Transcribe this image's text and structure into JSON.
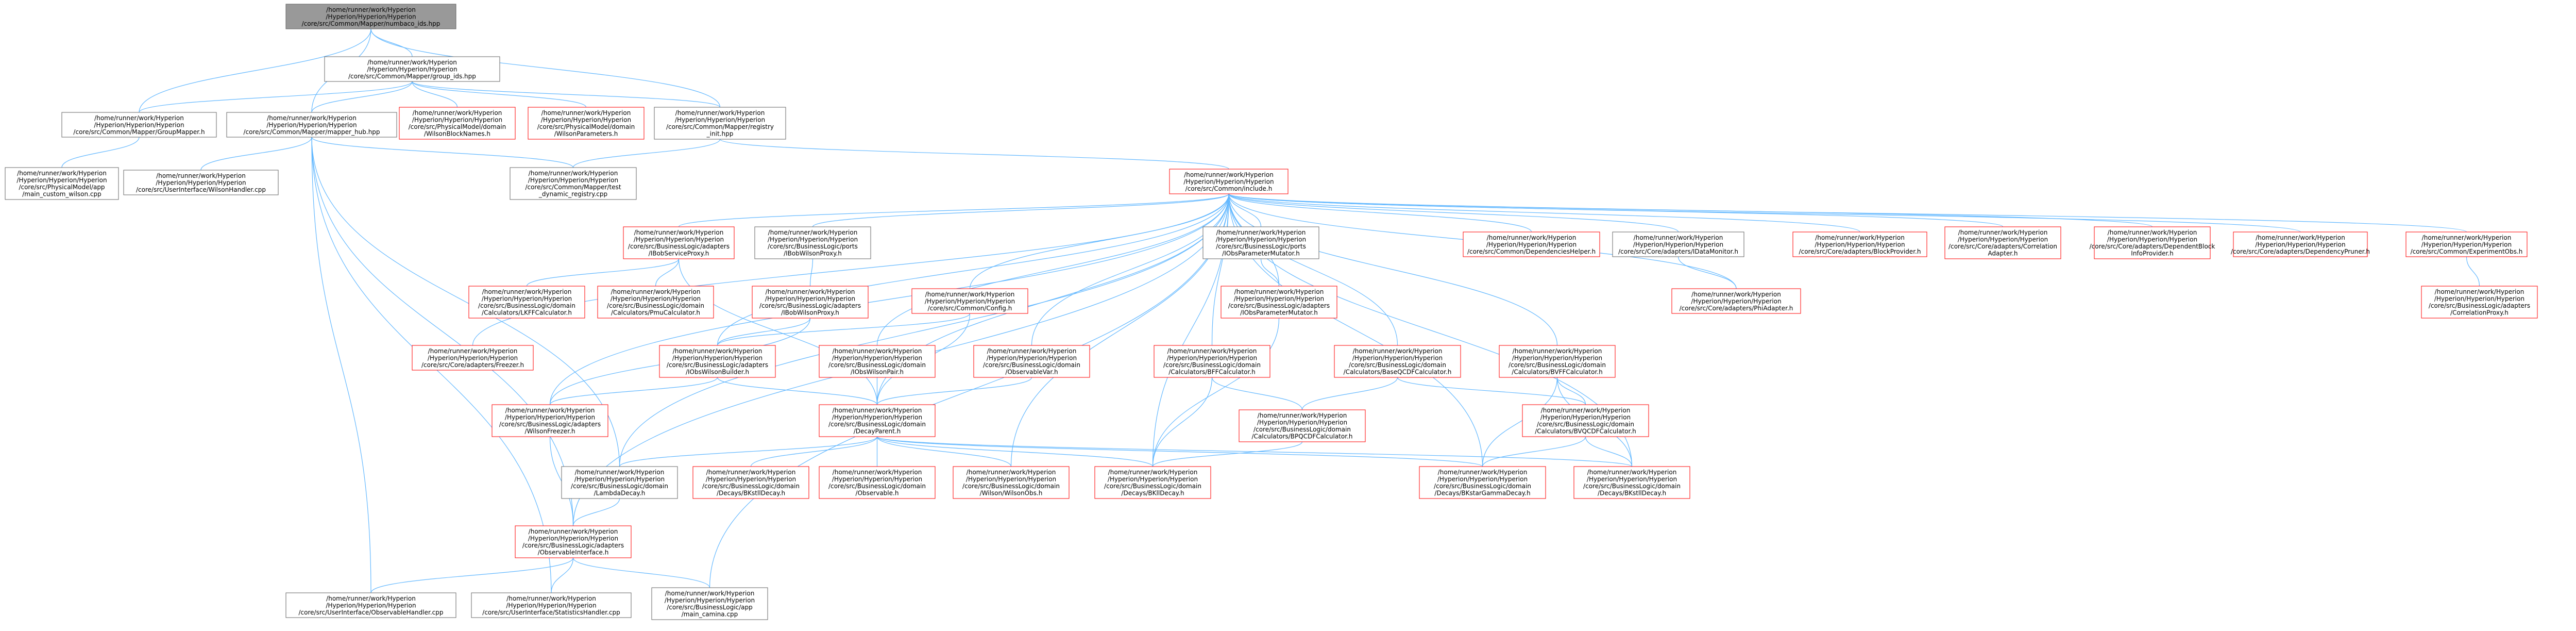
{
  "colors": {
    "edge": "#63b8ff",
    "normal_border": "#666666",
    "missing_border": "#ff0000",
    "root_fill": "#999999",
    "node_fill": "#ffffff",
    "text": "#000000"
  },
  "nodes": [
    {
      "id": "n_root",
      "kind": "root",
      "lines": [
        "/home/runner/work/Hyperion",
        "/Hyperion/Hyperion/Hyperion",
        "/core/src/Common/Mapper/numbaco_ids.hpp"
      ]
    },
    {
      "id": "n_group_ids",
      "kind": "normal",
      "lines": [
        "/home/runner/work/Hyperion",
        "/Hyperion/Hyperion/Hyperion",
        "/core/src/Common/Mapper/group_ids.hpp"
      ]
    },
    {
      "id": "n_groupmapper",
      "kind": "normal",
      "lines": [
        "/home/runner/work/Hyperion",
        "/Hyperion/Hyperion/Hyperion",
        "/core/src/Common/Mapper/GroupMapper.h"
      ]
    },
    {
      "id": "n_mapper_hub",
      "kind": "normal",
      "lines": [
        "/home/runner/work/Hyperion",
        "/Hyperion/Hyperion/Hyperion",
        "/core/src/Common/Mapper/mapper_hub.hpp"
      ]
    },
    {
      "id": "n_wilsonblocknames",
      "kind": "missing",
      "lines": [
        "/home/runner/work/Hyperion",
        "/Hyperion/Hyperion/Hyperion",
        "/core/src/PhysicalModel/domain",
        "/WilsonBlockNames.h"
      ]
    },
    {
      "id": "n_wilsonparameters",
      "kind": "missing",
      "lines": [
        "/home/runner/work/Hyperion",
        "/Hyperion/Hyperion/Hyperion",
        "/core/src/PhysicalModel/domain",
        "/WilsonParameters.h"
      ]
    },
    {
      "id": "n_registry_init",
      "kind": "normal",
      "lines": [
        "/home/runner/work/Hyperion",
        "/Hyperion/Hyperion/Hyperion",
        "/core/src/Common/Mapper/registry",
        "_init.hpp"
      ]
    },
    {
      "id": "n_main_custom_wilson",
      "kind": "normal",
      "lines": [
        "/home/runner/work/Hyperion",
        "/Hyperion/Hyperion/Hyperion",
        "/core/src/PhysicalModel/app",
        "/main_custom_wilson.cpp"
      ]
    },
    {
      "id": "n_wilsonhandler",
      "kind": "normal",
      "lines": [
        "/home/runner/work/Hyperion",
        "/Hyperion/Hyperion/Hyperion",
        "/core/src/UserInterface/WilsonHandler.cpp"
      ]
    },
    {
      "id": "n_dynamic_registry",
      "kind": "normal",
      "lines": [
        "/home/runner/work/Hyperion",
        "/Hyperion/Hyperion/Hyperion",
        "/core/src/Common/Mapper/test",
        "_dynamic_registry.cpp"
      ]
    },
    {
      "id": "n_include",
      "kind": "missing",
      "lines": [
        "/home/runner/work/Hyperion",
        "/Hyperion/Hyperion/Hyperion",
        "/core/src/Common/include.h"
      ]
    },
    {
      "id": "n_ibobsproxy",
      "kind": "missing",
      "lines": [
        "/home/runner/work/Hyperion",
        "/Hyperion/Hyperion/Hyperion",
        "/core/src/BusinessLogic/adapters",
        "/IBobServiceProxy.h"
      ]
    },
    {
      "id": "n_ibobsproxy2",
      "kind": "normal",
      "lines": [
        "/home/runner/work/Hyperion",
        "/Hyperion/Hyperion/Hyperion",
        "/core/src/BusinessLogic/ports",
        "/IBobWilsonProxy.h"
      ]
    },
    {
      "id": "n_iobsparammutator",
      "kind": "normal",
      "lines": [
        "/home/runner/work/Hyperion",
        "/Hyperion/Hyperion/Hyperion",
        "/core/src/BusinessLogic/ports",
        "/IObsParameterMutator.h"
      ]
    },
    {
      "id": "n_datamonitor",
      "kind": "normal",
      "lines": [
        "/home/runner/work/Hyperion",
        "/Hyperion/Hyperion/Hyperion",
        "/core/src/Core/adapters/IDataMonitor.h"
      ]
    },
    {
      "id": "n_dependencieshelper",
      "kind": "missing",
      "lines": [
        "/home/runner/work/Hyperion",
        "/Hyperion/Hyperion/Hyperion",
        "/core/src/Common/DependenciesHelper.h"
      ]
    },
    {
      "id": "n_blockprovider",
      "kind": "missing",
      "lines": [
        "/home/runner/work/Hyperion",
        "/Hyperion/Hyperion/Hyperion",
        "/core/src/Core/adapters/BlockProvider.h"
      ]
    },
    {
      "id": "n_correlationadapter",
      "kind": "missing",
      "lines": [
        "/home/runner/work/Hyperion",
        "/Hyperion/Hyperion/Hyperion",
        "/core/src/Core/adapters/Correlation",
        "Adapter.h"
      ]
    },
    {
      "id": "n_dependentblock",
      "kind": "missing",
      "lines": [
        "/home/runner/work/Hyperion",
        "/Hyperion/Hyperion/Hyperion",
        "/core/src/Core/adapters/DependentBlock",
        "InfoProvider.h"
      ]
    },
    {
      "id": "n_dependencypruner",
      "kind": "missing",
      "lines": [
        "/home/runner/work/Hyperion",
        "/Hyperion/Hyperion/Hyperion",
        "/core/src/Core/adapters/DependencyPruner.h"
      ]
    },
    {
      "id": "n_experimentobs",
      "kind": "missing",
      "lines": [
        "/home/runner/work/Hyperion",
        "/Hyperion/Hyperion/Hyperion",
        "/core/src/Common/ExperimentObs.h"
      ]
    },
    {
      "id": "n_lkffcalc",
      "kind": "missing",
      "lines": [
        "/home/runner/work/Hyperion",
        "/Hyperion/Hyperion/Hyperion",
        "/core/src/BusinessLogic/domain",
        "/Calculators/LKFFCalculator.h"
      ]
    },
    {
      "id": "n_pmcalc",
      "kind": "missing",
      "lines": [
        "/home/runner/work/Hyperion",
        "/Hyperion/Hyperion/Hyperion",
        "/core/src/BusinessLogic/domain",
        "/Calculators/PmuCalculator.h"
      ]
    },
    {
      "id": "n_iobwilsonproxy",
      "kind": "missing",
      "lines": [
        "/home/runner/work/Hyperion",
        "/Hyperion/Hyperion/Hyperion",
        "/core/src/BusinessLogic/adapters",
        "/IBobWilsonProxy.h"
      ]
    },
    {
      "id": "n_config",
      "kind": "missing",
      "lines": [
        "/home/runner/work/Hyperion",
        "/Hyperion/Hyperion/Hyperion",
        "/core/src/Common/Config.h"
      ]
    },
    {
      "id": "n_iobsparammutator_impl",
      "kind": "missing",
      "lines": [
        "/home/runner/work/Hyperion",
        "/Hyperion/Hyperion/Hyperion",
        "/core/src/BusinessLogic/adapters",
        "/IObsParameterMutator.h"
      ]
    },
    {
      "id": "n_phiadapter",
      "kind": "missing",
      "lines": [
        "/home/runner/work/Hyperion",
        "/Hyperion/Hyperion/Hyperion",
        "/core/src/Core/adapters/PhiAdapter.h"
      ]
    },
    {
      "id": "n_correlationproxy",
      "kind": "missing",
      "lines": [
        "/home/runner/work/Hyperion",
        "/Hyperion/Hyperion/Hyperion",
        "/core/src/BusinessLogic/adapters",
        "/CorrelationProxy.h"
      ]
    },
    {
      "id": "n_freezer",
      "kind": "missing",
      "lines": [
        "/home/runner/work/Hyperion",
        "/Hyperion/Hyperion/Hyperion",
        "/core/src/Core/adapters/Freezer.h"
      ]
    },
    {
      "id": "n_iobswilsonbuilder",
      "kind": "missing",
      "lines": [
        "/home/runner/work/Hyperion",
        "/Hyperion/Hyperion/Hyperion",
        "/core/src/BusinessLogic/adapters",
        "/IObsWilsonBuilder.h"
      ]
    },
    {
      "id": "n_iobswilsonpair",
      "kind": "missing",
      "lines": [
        "/home/runner/work/Hyperion",
        "/Hyperion/Hyperion/Hyperion",
        "/core/src/BusinessLogic/domain",
        "/IObsWilsonPair.h"
      ]
    },
    {
      "id": "n_observablevar",
      "kind": "missing",
      "lines": [
        "/home/runner/work/Hyperion",
        "/Hyperion/Hyperion/Hyperion",
        "/core/src/BusinessLogic/domain",
        "/ObservableVar.h"
      ]
    },
    {
      "id": "n_bffcalc",
      "kind": "missing",
      "lines": [
        "/home/runner/work/Hyperion",
        "/Hyperion/Hyperion/Hyperion",
        "/core/src/BusinessLogic/domain",
        "/Calculators/BFFCalculator.h"
      ]
    },
    {
      "id": "n_baseqcdfcalc",
      "kind": "missing",
      "lines": [
        "/home/runner/work/Hyperion",
        "/Hyperion/Hyperion/Hyperion",
        "/core/src/BusinessLogic/domain",
        "/Calculators/BaseQCDFCalculator.h"
      ]
    },
    {
      "id": "n_bvffcalc",
      "kind": "missing",
      "lines": [
        "/home/runner/work/Hyperion",
        "/Hyperion/Hyperion/Hyperion",
        "/core/src/BusinessLogic/domain",
        "/Calculators/BVFFCalculator.h"
      ]
    },
    {
      "id": "n_wilsonfreezer",
      "kind": "missing",
      "lines": [
        "/home/runner/work/Hyperion",
        "/Hyperion/Hyperion/Hyperion",
        "/core/src/BusinessLogic/adapters",
        "/WilsonFreezer.h"
      ]
    },
    {
      "id": "n_decayparent",
      "kind": "missing",
      "lines": [
        "/home/runner/work/Hyperion",
        "/Hyperion/Hyperion/Hyperion",
        "/core/src/BusinessLogic/domain",
        "/DecayParent.h"
      ]
    },
    {
      "id": "n_bpqcdfcalc",
      "kind": "missing",
      "lines": [
        "/home/runner/work/Hyperion",
        "/Hyperion/Hyperion/Hyperion",
        "/core/src/BusinessLogic/domain",
        "/Calculators/BPQCDFCalculator.h"
      ]
    },
    {
      "id": "n_bvqcdfcalc",
      "kind": "missing",
      "lines": [
        "/home/runner/work/Hyperion",
        "/Hyperion/Hyperion/Hyperion",
        "/core/src/BusinessLogic/domain",
        "/Calculators/BVQCDFCalculator.h"
      ]
    },
    {
      "id": "n_lambdadecay",
      "kind": "normal",
      "lines": [
        "/home/runner/work/Hyperion",
        "/Hyperion/Hyperion/Hyperion",
        "/core/src/BusinessLogic/domain",
        "/LambdaDecay.h"
      ]
    },
    {
      "id": "n_bkstlldecay",
      "kind": "missing",
      "lines": [
        "/home/runner/work/Hyperion",
        "/Hyperion/Hyperion/Hyperion",
        "/core/src/BusinessLogic/domain",
        "/Decays/BKstllDecay.h"
      ]
    },
    {
      "id": "n_observable",
      "kind": "missing",
      "lines": [
        "/home/runner/work/Hyperion",
        "/Hyperion/Hyperion/Hyperion",
        "/core/src/BusinessLogic/domain",
        "/Observable.h"
      ]
    },
    {
      "id": "n_wilsonobs",
      "kind": "missing",
      "lines": [
        "/home/runner/work/Hyperion",
        "/Hyperion/Hyperion/Hyperion",
        "/core/src/BusinessLogic/domain",
        "/Wilson/WilsonObs.h"
      ]
    },
    {
      "id": "n_bkstlldecay2",
      "kind": "missing",
      "lines": [
        "/home/runner/work/Hyperion",
        "/Hyperion/Hyperion/Hyperion",
        "/core/src/BusinessLogic/domain",
        "/Decays/BKllDecay.h"
      ]
    },
    {
      "id": "n_bkstargamma",
      "kind": "missing",
      "lines": [
        "/home/runner/work/Hyperion",
        "/Hyperion/Hyperion/Hyperion",
        "/core/src/BusinessLogic/domain",
        "/Decays/BKstarGammaDecay.h"
      ]
    },
    {
      "id": "n_bkstlldecay3",
      "kind": "missing",
      "lines": [
        "/home/runner/work/Hyperion",
        "/Hyperion/Hyperion/Hyperion",
        "/core/src/BusinessLogic/domain",
        "/Decays/BKstllDecay.h"
      ]
    },
    {
      "id": "n_observableinterface",
      "kind": "missing",
      "lines": [
        "/home/runner/work/Hyperion",
        "/Hyperion/Hyperion/Hyperion",
        "/core/src/BusinessLogic/adapters",
        "/ObservableInterface.h"
      ]
    },
    {
      "id": "n_observablehandler",
      "kind": "normal",
      "lines": [
        "/home/runner/work/Hyperion",
        "/Hyperion/Hyperion/Hyperion",
        "/core/src/UserInterface/ObservableHandler.cpp"
      ]
    },
    {
      "id": "n_statisticshandler",
      "kind": "normal",
      "lines": [
        "/home/runner/work/Hyperion",
        "/Hyperion/Hyperion/Hyperion",
        "/core/src/UserInterface/StatisticsHandler.cpp"
      ]
    },
    {
      "id": "n_main_camina",
      "kind": "normal",
      "lines": [
        "/home/runner/work/Hyperion",
        "/Hyperion/Hyperion/Hyperion",
        "/core/src/BusinessLogic/app",
        "/main_camina.cpp"
      ]
    }
  ]
}
